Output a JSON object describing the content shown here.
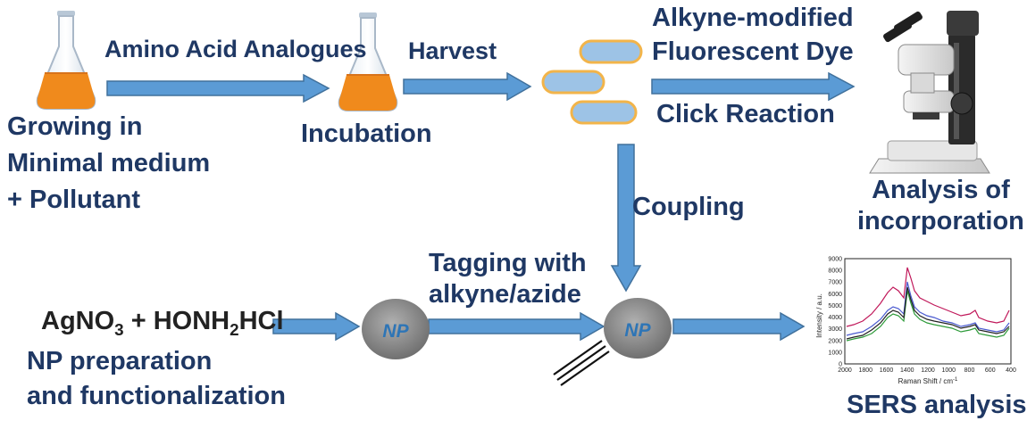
{
  "steps": {
    "growing": [
      "Growing in",
      "Minimal medium",
      "+ Pollutant"
    ],
    "amino": "Amino Acid Analogues",
    "incubation": "Incubation",
    "harvest": "Harvest",
    "alkyne_dye": [
      "Alkyne-modified",
      "Fluorescent Dye"
    ],
    "click": "Click Reaction",
    "analysis": [
      "Analysis of",
      "incorporation"
    ],
    "coupling": "Coupling",
    "tagging": [
      "Tagging with",
      "alkyne/azide"
    ],
    "reagents": {
      "a": "AgNO",
      "a_sub": "3",
      "b": " + HONH",
      "b_sub": "2",
      "c": "HCl"
    },
    "np_prep": [
      "NP preparation",
      "and functionalization"
    ],
    "np_label": "NP",
    "sers": "SERS analysis"
  },
  "sers_plot": {
    "ylabel": "Intensity / a.u.",
    "xlabel": "Raman Shift / cm",
    "xlabel_sup": "-1",
    "yticks": [
      "9000",
      "8000",
      "7000",
      "6000",
      "5000",
      "4000",
      "3000",
      "2000",
      "1000",
      "0"
    ],
    "xticks": [
      "2000",
      "1800",
      "1600",
      "1400",
      "1200",
      "1000",
      "800",
      "600",
      "400"
    ]
  },
  "colors": {
    "text": "#1f3864",
    "arrow": "#5b9bd5",
    "arrow_dark": "#41719c",
    "bacteria": "#9dc3e6",
    "flask_liquid": "#f08a1c",
    "np": "#8c8c8c",
    "np_text": "#2e75b6"
  }
}
